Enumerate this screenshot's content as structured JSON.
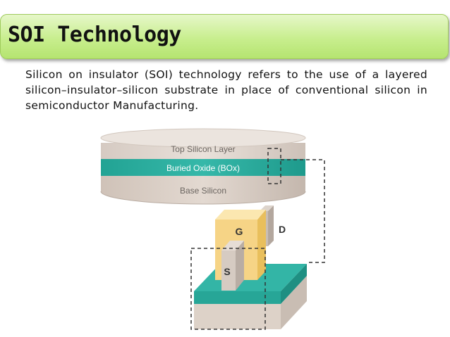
{
  "slide": {
    "title": "SOI Technology",
    "description": "Silicon on insulator (SOI) technology refers to the use of a layered silicon–insulator–silicon substrate in place of conventional silicon in semiconductor Manufacturing."
  },
  "wafer": {
    "top_layer": "Top Silicon Layer",
    "oxide_layer": "Buried Oxide (BOx)",
    "base_layer": "Base Silicon"
  },
  "transistor": {
    "gate": "G",
    "drain": "D",
    "source": "S"
  },
  "colors": {
    "title_bg": "#c8ee8e",
    "oxide_teal": "#2aa99c",
    "silicon_beige": "#d9cdc4",
    "gate_yellow": "#f7d98a"
  }
}
